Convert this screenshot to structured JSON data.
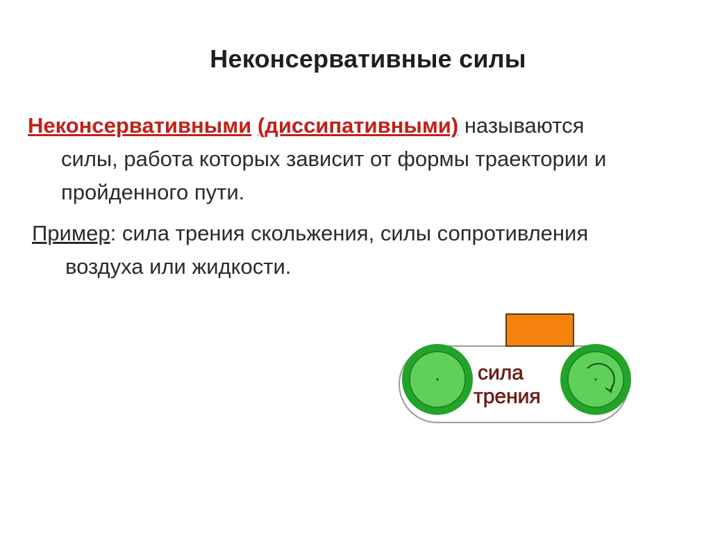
{
  "slide": {
    "title": "Неконсервативные силы",
    "definition": {
      "term_part1": "Неконсервативными",
      "term_part2": "(диссипативными)",
      "word_end_line1": "называются",
      "line2": "силы, работа которых зависит от формы траектории и",
      "line3": "пройденного пути."
    },
    "example": {
      "label": "Пример",
      "line1_w1": ": сила",
      "line1_w2": "трения",
      "line1_w3": "скольжения,",
      "line1_w4": "силы",
      "line1_w5": "сопротивления",
      "line2": "воздуха или жидкости."
    },
    "diagram": {
      "label_line1": "сила",
      "label_line2": "трения",
      "block_color": "#f5820f",
      "wheel_color": "#22a32a",
      "wheel_inner_color": "#5fd158"
    }
  }
}
